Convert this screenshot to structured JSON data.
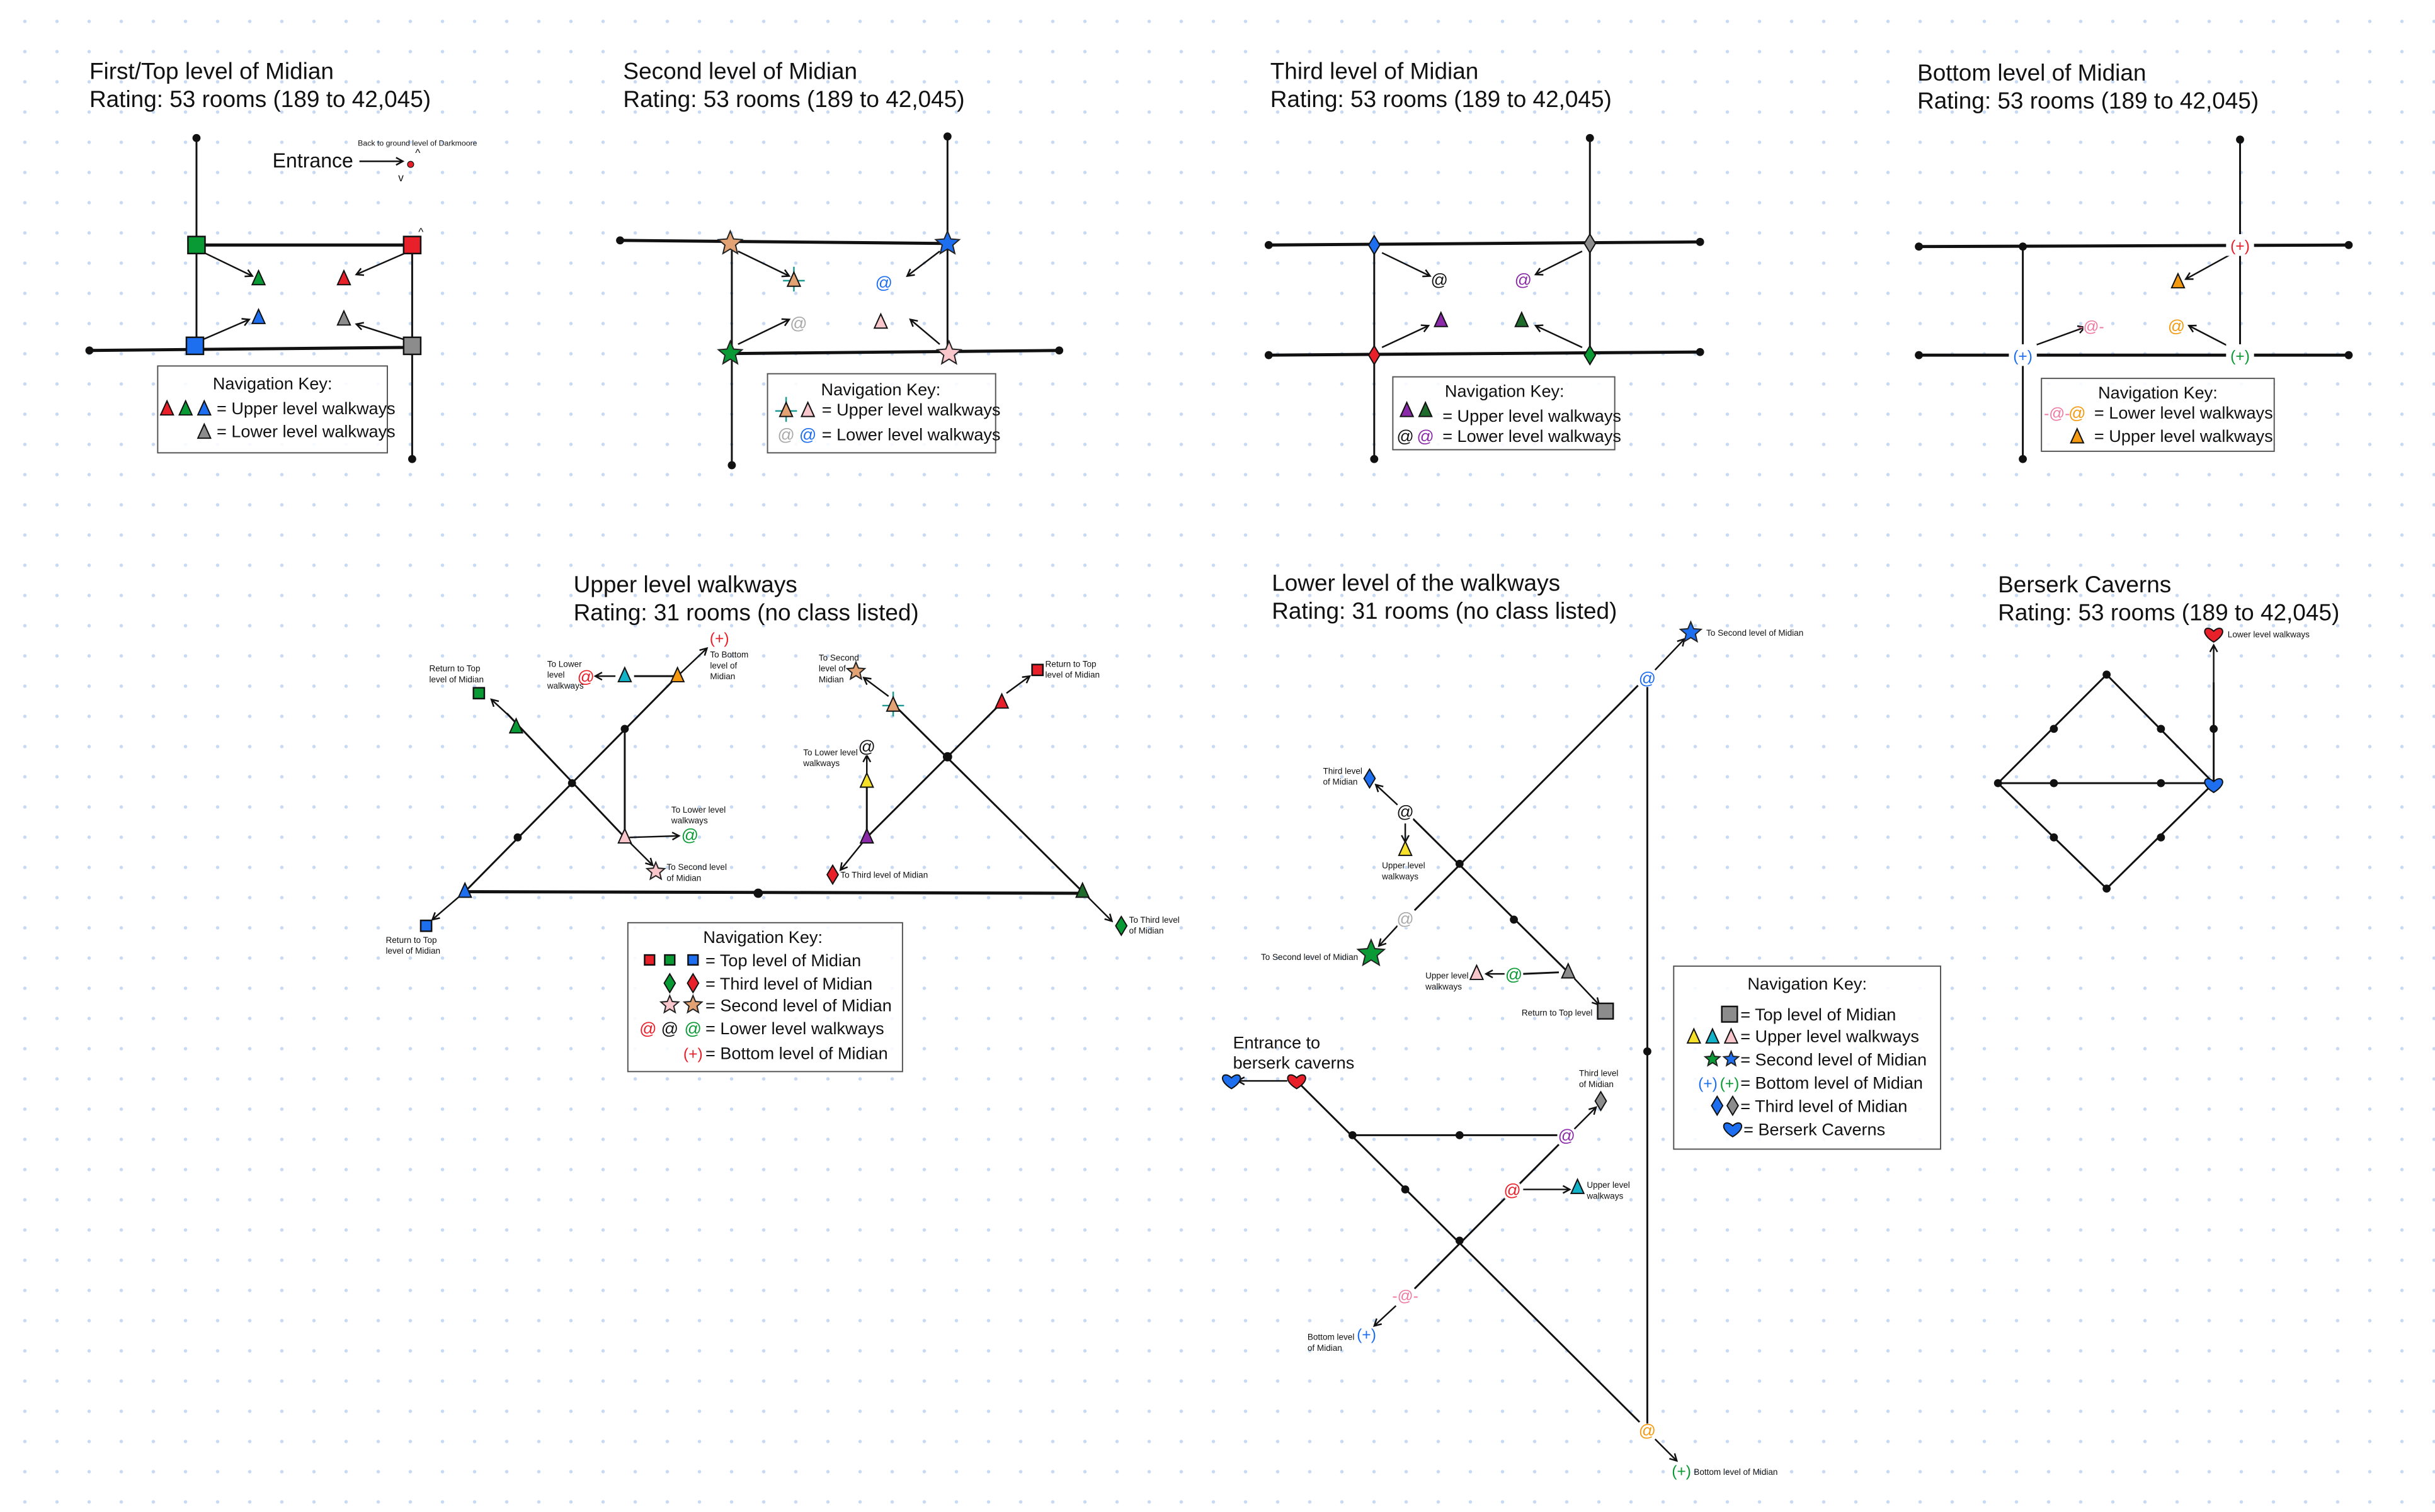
{
  "symbols": {
    "at": "@",
    "plus": "(+)",
    "dash_at": "-@-"
  },
  "colors": {
    "red": "#e8202a",
    "green": "#0a9a35",
    "blue": "#1e6ef0",
    "gray": "#8c8c8c",
    "tan": "#e3a274",
    "pink": "#f9c6cc",
    "purple": "#8a2aa8",
    "dark_green": "#1f6b2c",
    "yellow": "#f6e02a",
    "cyan": "#12b2c8",
    "orange": "#f59a10",
    "rose": "#ef78a0",
    "light_gray": "#a9a9a9"
  },
  "top": {
    "title": "First/Top level of Midian",
    "rating": "Rating: 53 rooms (189 to 42,045)",
    "entrance": "Entrance",
    "back_label": "Back to ground level of Darkmoore",
    "up": "^",
    "down": "v",
    "key": {
      "title": "Navigation Key:",
      "rows": [
        "= Upper level walkways",
        "= Lower level walkways"
      ]
    }
  },
  "second": {
    "title": "Second level of Midian",
    "rating": "Rating: 53 rooms (189 to 42,045)",
    "key": {
      "title": "Navigation Key:",
      "rows": [
        "= Upper level walkways",
        "= Lower level walkways"
      ]
    }
  },
  "third": {
    "title": "Third level of Midian",
    "rating": "Rating: 53 rooms (189 to 42,045)",
    "key": {
      "title": "Navigation Key:",
      "rows": [
        "= Upper level walkways",
        "= Lower level walkways"
      ]
    }
  },
  "bottom": {
    "title": "Bottom level of Midian",
    "rating": "Rating: 53 rooms (189 to 42,045)",
    "key": {
      "title": "Navigation Key:",
      "rows": [
        "= Lower level walkways",
        "= Upper level walkways"
      ]
    }
  },
  "upper": {
    "title": "Upper level walkways",
    "rating": "Rating: 31 rooms (no class listed)",
    "labels": {
      "return_top_a": [
        "Return to Top",
        "level of Midian"
      ],
      "to_lower_a": [
        "To Lower",
        "level",
        "walkways"
      ],
      "to_bottom": [
        "To Bottom",
        "level of",
        "Midian"
      ],
      "to_lower_b": [
        "To Lower level",
        "walkways"
      ],
      "to_second_a": [
        "To Second level",
        "of Midian"
      ],
      "return_top_b": [
        "Return to Top",
        "level of Midian"
      ],
      "to_second_b": [
        "To Second",
        "level of",
        "Midian"
      ],
      "return_top_c": [
        "Return to Top",
        "level of Midian"
      ],
      "to_lower_c": [
        "To Lower level",
        "walkways"
      ],
      "to_third_a": [
        "To Third level of Midian"
      ],
      "to_third_b": [
        "To Third level",
        "of Midian"
      ]
    },
    "key": {
      "title": "Navigation Key:",
      "rows": [
        "= Top level of Midian",
        "= Third level of Midian",
        "= Second level of Midian",
        "= Lower level walkways",
        "= Bottom level of Midian"
      ]
    }
  },
  "lower": {
    "title": "Lower level of the walkways",
    "rating": "Rating: 31 rooms (no class listed)",
    "labels": {
      "to_second_a": [
        "To Second level of Midian"
      ],
      "third_a": [
        "Third level",
        "of Midian"
      ],
      "upper_a": [
        "Upper level",
        "walkways"
      ],
      "to_second_b": [
        "To Second level of Midian"
      ],
      "upper_b": [
        "Upper level",
        "walkways"
      ],
      "return_top": [
        "Return to Top level"
      ],
      "entrance": [
        "Entrance to",
        "berserk caverns"
      ],
      "third_b": [
        "Third level",
        "of Midian"
      ],
      "upper_c": [
        "Upper level",
        "walkways"
      ],
      "bottom_a": [
        "Bottom level",
        "of Midian"
      ],
      "bottom_b": [
        "Bottom level of Midian"
      ]
    },
    "key": {
      "title": "Navigation Key:",
      "rows": [
        "= Top level of Midian",
        "= Upper level walkways",
        "= Second level of Midian",
        "= Bottom level of Midian",
        "= Third level of Midian",
        "= Berserk Caverns"
      ]
    }
  },
  "berserk": {
    "title": "Berserk Caverns",
    "rating": "Rating: 53 rooms (189 to 42,045)",
    "label": "Lower level walkways"
  }
}
